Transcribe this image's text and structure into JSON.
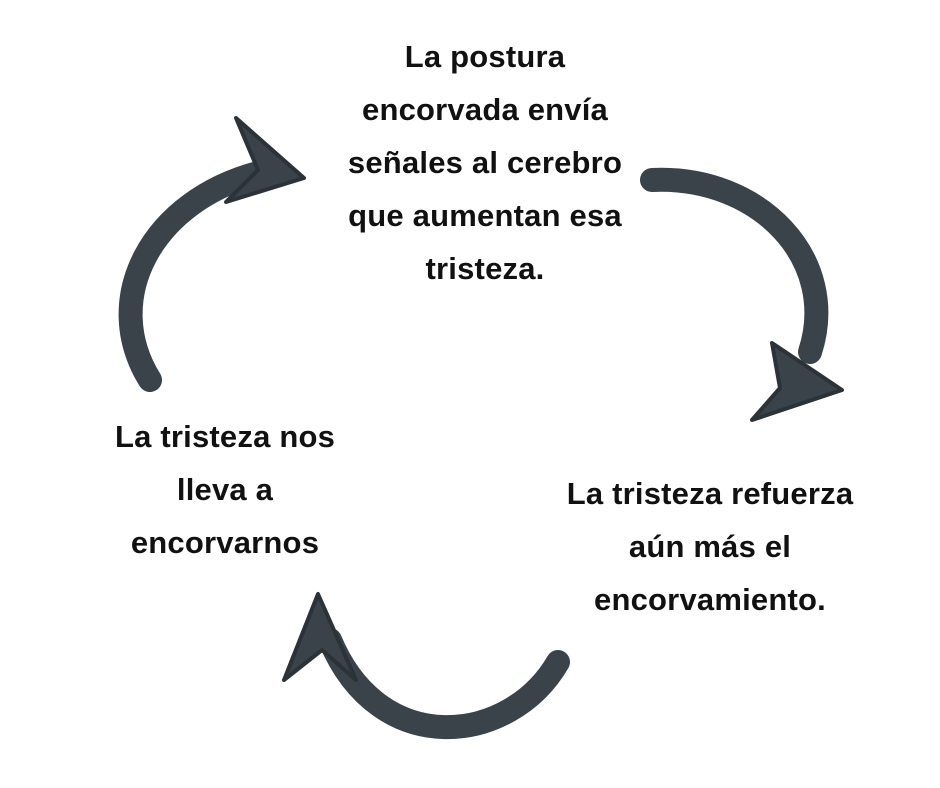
{
  "diagram": {
    "type": "cycle",
    "arrow_color": "#3a434a",
    "nodes": {
      "top": {
        "lines": [
          "La postura",
          "encorvada envía",
          "señales al cerebro",
          "que aumentan esa",
          "tristeza."
        ]
      },
      "right": {
        "lines": [
          "La tristeza refuerza",
          "aún más el",
          "encorvamiento."
        ]
      },
      "left": {
        "lines": [
          "La tristeza nos",
          "lleva a",
          "encorvarnos"
        ]
      }
    },
    "arrows": [
      {
        "from": "top",
        "to": "right"
      },
      {
        "from": "right",
        "to": "left"
      },
      {
        "from": "left",
        "to": "top"
      }
    ]
  }
}
